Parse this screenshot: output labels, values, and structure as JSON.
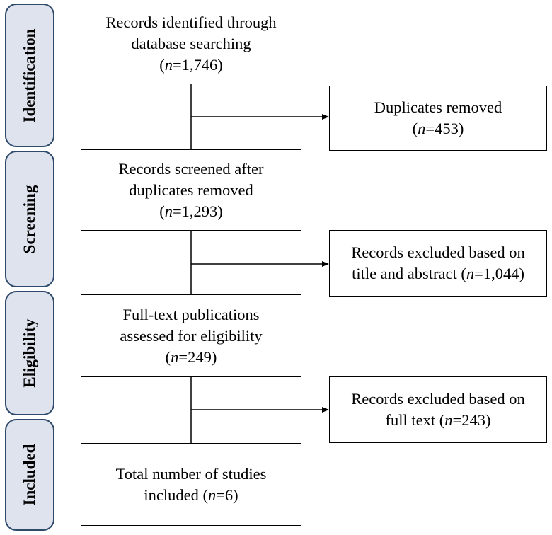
{
  "stages": [
    {
      "id": "identification",
      "label": "Identification"
    },
    {
      "id": "screening",
      "label": "Screening"
    },
    {
      "id": "eligibility",
      "label": "Eligibility"
    },
    {
      "id": "included",
      "label": "Included"
    }
  ],
  "main_boxes": [
    {
      "id": "identified",
      "lines": [
        "Records identified through",
        "database searching"
      ],
      "count_prefix": "(",
      "n": "n",
      "count": "=1,746)",
      "count_suffix": ""
    },
    {
      "id": "screened",
      "lines": [
        "Records screened after",
        "duplicates removed"
      ],
      "count_prefix": "(",
      "n": "n",
      "count": "=1,293)",
      "count_suffix": ""
    },
    {
      "id": "fulltext",
      "lines": [
        "Full-text publications",
        "assessed for eligibility"
      ],
      "count_prefix": "(",
      "n": "n",
      "count": "=249)",
      "count_suffix": ""
    },
    {
      "id": "included",
      "lines": [
        "Total number of studies"
      ],
      "count_prefix": "included (",
      "n": "n",
      "count": "=6)",
      "count_suffix": ""
    }
  ],
  "side_boxes": [
    {
      "id": "duplicates",
      "lines": [
        "Duplicates removed"
      ],
      "count_prefix": "(",
      "n": "n",
      "count": "=453)"
    },
    {
      "id": "excluded-title",
      "lines": [
        "Records excluded based on"
      ],
      "count_prefix": "title and abstract (",
      "n": "n",
      "count": "=1,044)"
    },
    {
      "id": "excluded-fulltext",
      "lines": [
        "Records excluded based on"
      ],
      "count_prefix": "full text (",
      "n": "n",
      "count": "=243)"
    }
  ],
  "colors": {
    "stage_fill": "#dfe3ee",
    "stage_border": "#2e4a6b",
    "line": "#000000"
  }
}
